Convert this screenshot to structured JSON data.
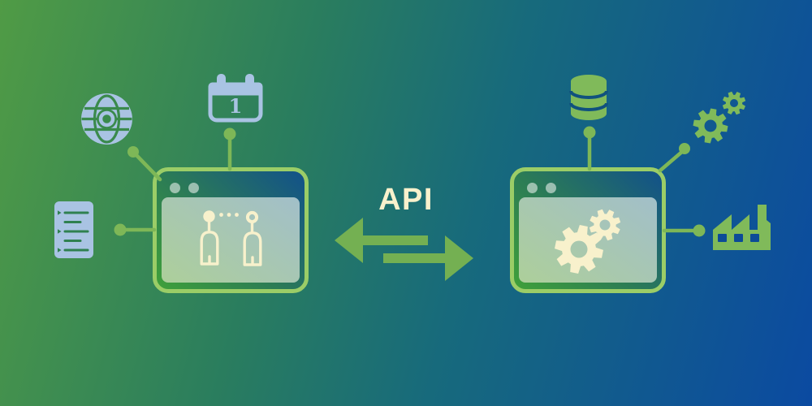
{
  "center": {
    "api_label": "API"
  },
  "left_system": {
    "window": {
      "name": "client-app-window",
      "header_dots": 2
    },
    "connected_icons": [
      {
        "name": "globe"
      },
      {
        "name": "calendar",
        "day": "1"
      },
      {
        "name": "checklist"
      }
    ],
    "window_content_icon": "two-people-exchanging"
  },
  "right_system": {
    "window": {
      "name": "service-app-window",
      "header_dots": 2
    },
    "connected_icons": [
      {
        "name": "database"
      },
      {
        "name": "gears"
      },
      {
        "name": "factory"
      }
    ],
    "window_content_icon": "processing-gears"
  },
  "colors": {
    "background_green": "#509b45",
    "background_teal": "#176a7c",
    "background_blue": "#0b4aa1",
    "window_border_green": "#9bcd67",
    "connector_green": "#7eb757",
    "arrow_green": "#74b052",
    "icon_green": "#80ba5a",
    "icon_light_blue": "#a9c3e3",
    "cream": "#f8f1cc"
  }
}
